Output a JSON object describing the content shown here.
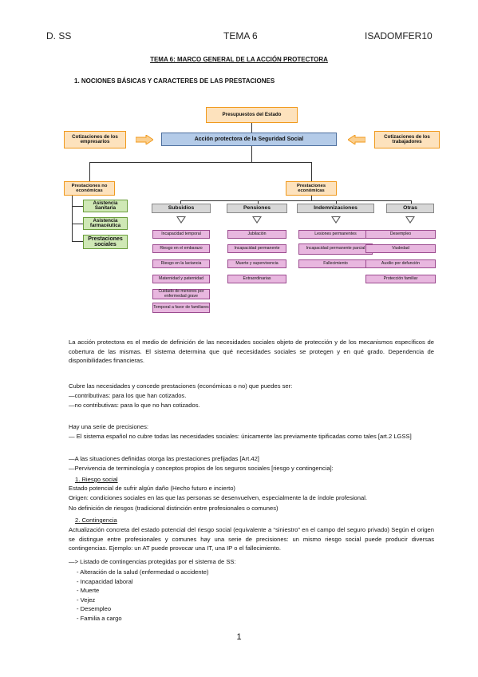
{
  "header": {
    "left": "D. SS",
    "center": "TEMA 6",
    "right": "ISADOMFER10"
  },
  "title": "TEMA 6: MARCO GENERAL DE LA ACCIÓN PROTECTORA",
  "section1": "1. NOCIONES BÁSICAS Y CARACTERES DE LAS PRESTACIONES",
  "diagram": {
    "presupuestos": "Presupuestos del Estado",
    "cot_empresarios": "Cotizaciones de los empresarios",
    "cot_trabajadores": "Cotizaciones de los trabajadores",
    "accion": "Acción protectora de la Seguridad Social",
    "no_economicas": "Prestaciones no económicas",
    "economicas": "Prestaciones económicas",
    "asistencia_sanitaria": "Asistencia Sanitaria",
    "asistencia_farmaceutica": "Asistencia farmacéutica",
    "prestaciones_sociales": "Prestaciones sociales",
    "subsidios": "Subsidios",
    "pensiones": "Pensiones",
    "indemnizaciones": "Indemnizaciones",
    "otras": "Otras",
    "subsidios_items": [
      "Incapacidad temporal",
      "Riesgo en el embarazo",
      "Riesgo en la lactancia",
      "Maternidad y paternidad",
      "Cuidado de menores por enfermedad grave",
      "Temporal a favor de familiares"
    ],
    "pensiones_items": [
      "Jubilación",
      "Incapacidad permanente",
      "Muerte y supervivencia",
      "Extraordinarias"
    ],
    "indemnizaciones_items": [
      "Lesiones permanentes",
      "Incapacidad permanente parcial",
      "Fallecimiento"
    ],
    "otras_items": [
      "Desempleo",
      "Viudedad",
      "Auxilio por defunción",
      "Protección familiar"
    ],
    "colors": {
      "orange_border": "#f09a1d",
      "blue": "#b4cbe8",
      "green": "#cfe8b5",
      "pink": "#e8b7df",
      "gray": "#d7d7d7"
    }
  },
  "body": {
    "p1": "La acción protectora es el medio de definición de las necesidades sociales objeto de protección y de los mecanismos específicos de cobertura de las mismas. El sistema determina que qué necesidades sociales se protegen y en qué grado. Dependencia de disponibilidades financieras.",
    "p2": "Cubre las necesidades y concede prestaciones (económicas o no) que puedes ser:",
    "p2_a": "—contributivas: para los que han cotizados.",
    "p2_b": "—no contributivas: para lo que no han cotizados.",
    "p3": "Hay una serie de precisiones:",
    "p3_a": "— El sistema español no cubre todas las necesidades sociales: únicamente las previamente tipificadas como tales [art.2 LGSS]",
    "p3_b": "—A las situaciones definidas otorga las prestaciones prefijadas [Art.42]",
    "p3_c": "—Pervivencia de terminología y conceptos propios de los seguros sociales [riesgo y contingencia]:",
    "h_riesgo": "1. Riesgo social",
    "r1": "Estado potencial de sufrir algún daño (Hecho futuro e incierto)",
    "r2": "Origen: condiciones sociales en las que las personas se desenvuelven, especialmente la de índole profesional.",
    "r3": "No definición de riesgos (tradicional distinción entre profesionales o comunes)",
    "h_contingencia": "2. Contingencia",
    "c1": "Actualización concreta del estado potencial del riesgo social (equivalente a “siniestro” en el campo del seguro privado) Según el origen se distingue entre profesionales y comunes hay una serie de precisiones: un mismo riesgo social puede producir diversas contingencias. Ejemplo: un AT puede provocar una IT, una IP o el fallecimiento.",
    "c2": "—> Listado de contingencias protegidas por el sistema de SS:",
    "list": [
      "- Alteración de la salud (enfermedad o accidente)",
      "- Incapacidad laboral",
      "- Muerte",
      "- Vejez",
      "- Desempleo",
      "- Familia a cargo"
    ]
  },
  "page_number": "1"
}
